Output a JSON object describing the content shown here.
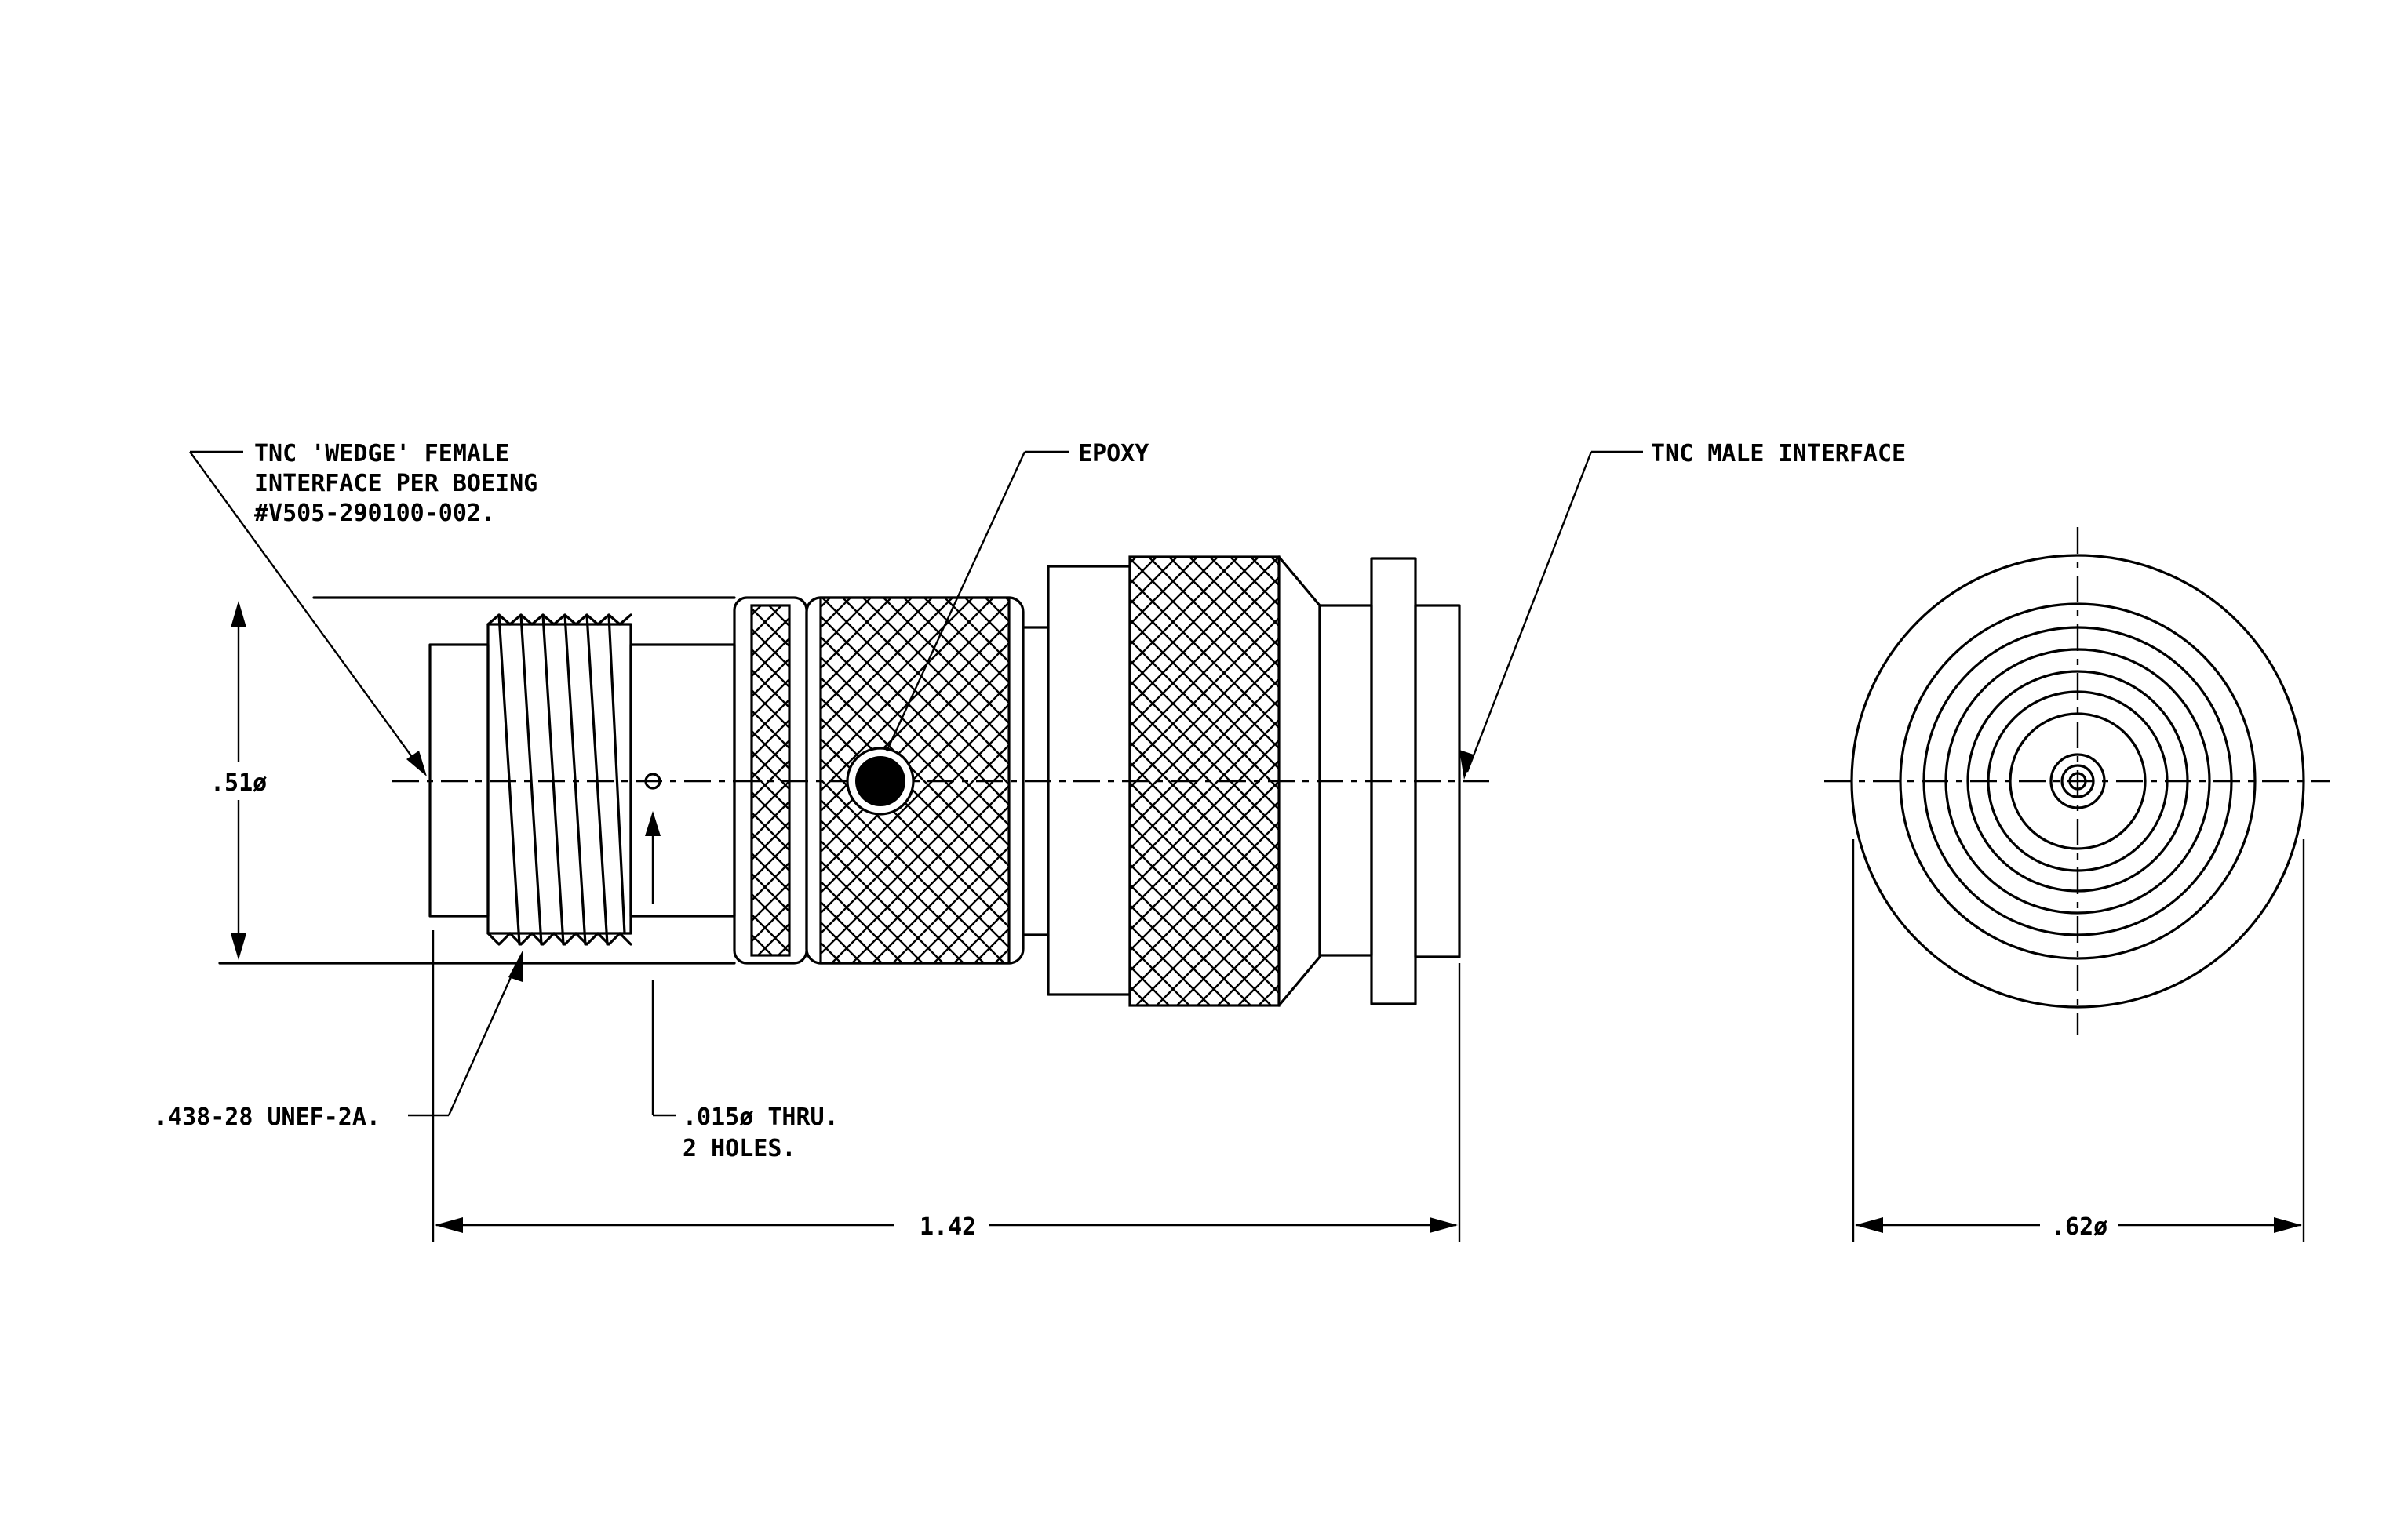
{
  "labels": {
    "wedge_line1": "TNC 'WEDGE' FEMALE",
    "wedge_line2": "INTERFACE PER BOEING",
    "wedge_line3": "#V505-290100-002.",
    "epoxy": "EPOXY",
    "male_interface": "TNC MALE INTERFACE",
    "dia_051": ".51ø",
    "thread": ".438-28 UNEF-2A.",
    "holes_line1": ".015ø THRU.",
    "holes_line2": "2 HOLES.",
    "length": "1.42",
    "dia_062": ".62ø"
  }
}
